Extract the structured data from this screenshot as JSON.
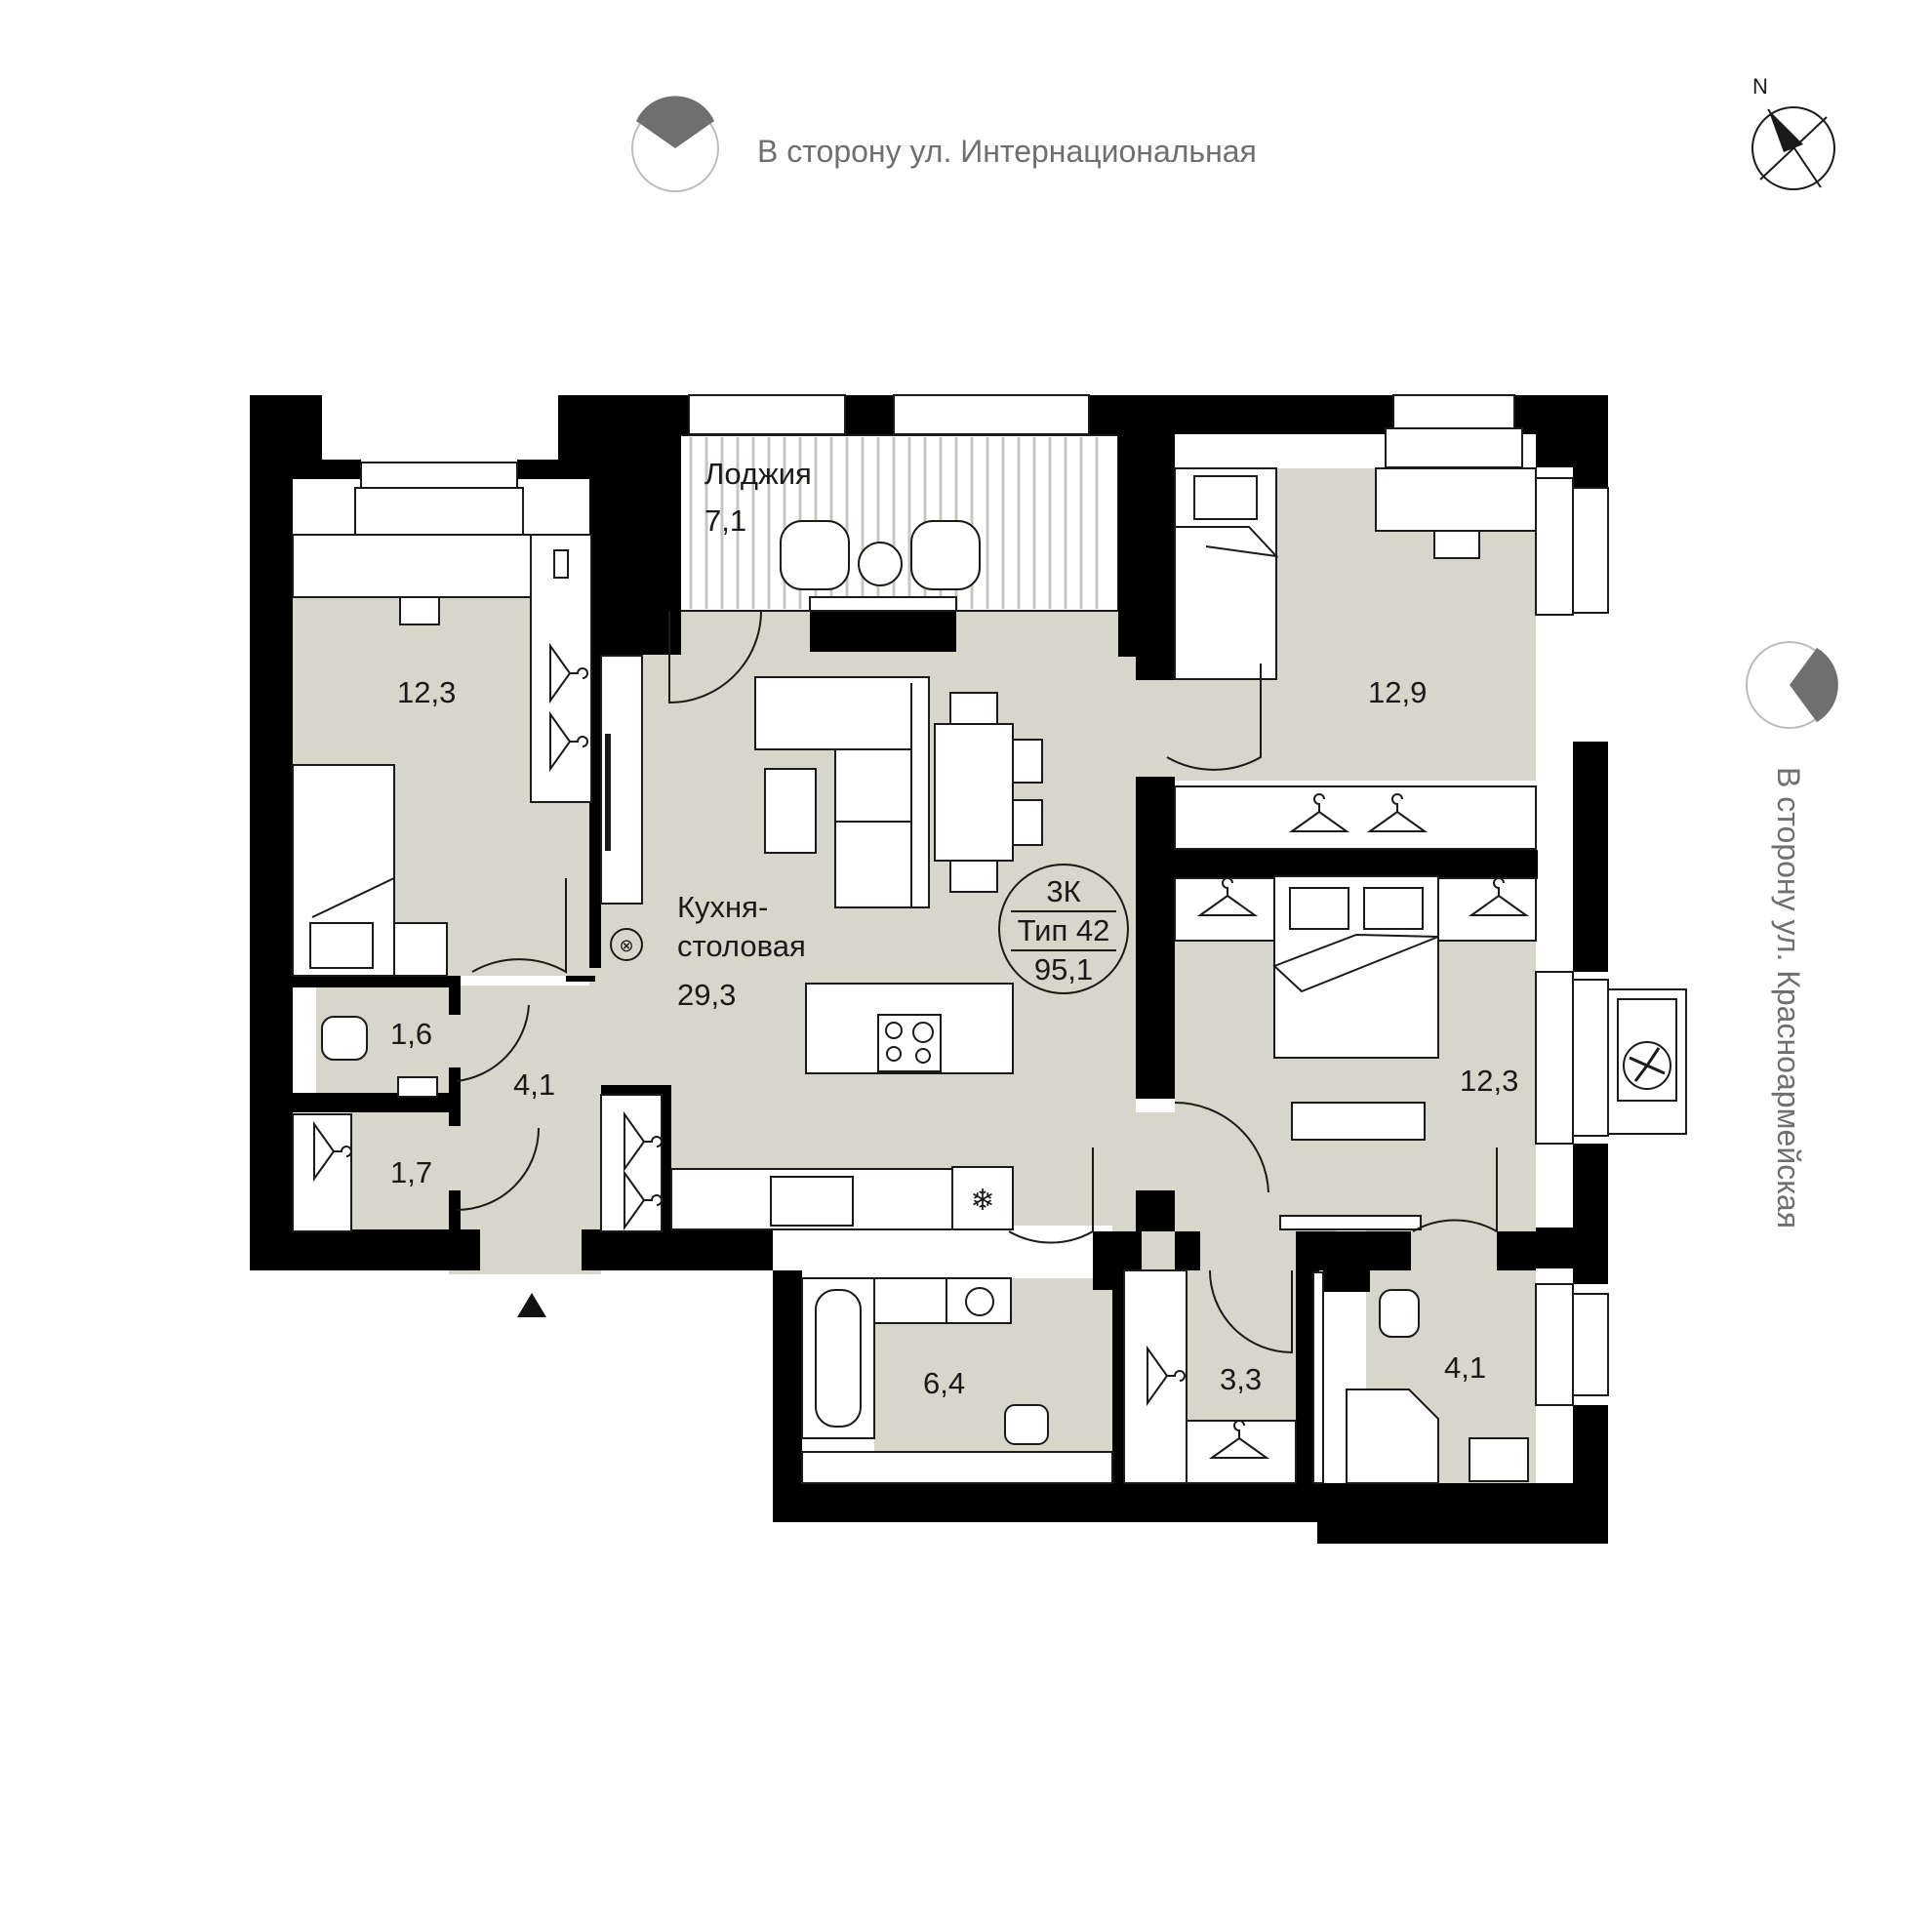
{
  "streets": {
    "top": "В сторону ул. Интернациональная",
    "right": "В сторону ул. Красноармейская"
  },
  "compass": {
    "north": "N"
  },
  "apartment": {
    "rooms_label": "3К",
    "type_label": "Тип 42",
    "total_area": "95,1"
  },
  "rooms": {
    "loggia_name": "Лоджия",
    "loggia_area": "7,1",
    "kitchen_name_1": "Кухня-",
    "kitchen_name_2": "столовая",
    "kitchen_area": "29,3",
    "bedroom_left_area": "12,3",
    "bedroom_top_right_area": "12,9",
    "bedroom_right_area": "12,3",
    "wc_area": "1,6",
    "storage_area": "1,7",
    "hall_area": "4,1",
    "bathroom_area": "6,4",
    "wardrobe_area": "3,3",
    "shower_area": "4,1"
  },
  "colors": {
    "wall": "#000000",
    "floor": "#d8d5cb",
    "compass_fill": "#6f6f6f"
  }
}
